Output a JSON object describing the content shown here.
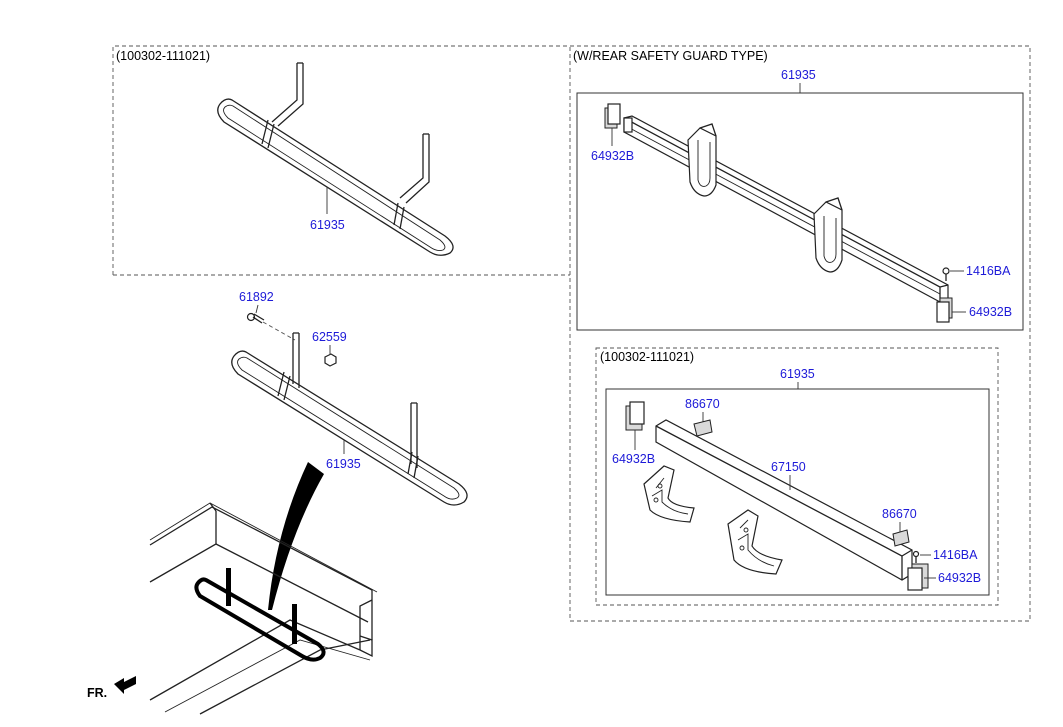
{
  "sections": {
    "top_left_header": "(100302-111021)",
    "top_right_header": "(W/REAR SAFETY GUARD TYPE)",
    "bottom_right_header": "(100302-111021)"
  },
  "labels": {
    "tl_61935": "61935",
    "main_61892": "61892",
    "main_62559": "62559",
    "main_61935": "61935",
    "tr_61935": "61935",
    "tr_64932B_left": "64932B",
    "tr_1416BA": "1416BA",
    "tr_64932B_right": "64932B",
    "br_61935": "61935",
    "br_86670_top": "86670",
    "br_64932B_left": "64932B",
    "br_67150": "67150",
    "br_86670_right": "86670",
    "br_1416BA": "1416BA",
    "br_64932B_right": "64932B"
  },
  "direction": {
    "label": "FR."
  },
  "colors": {
    "part_number": "#1d1ad8",
    "line": "#222222",
    "background": "#ffffff"
  }
}
